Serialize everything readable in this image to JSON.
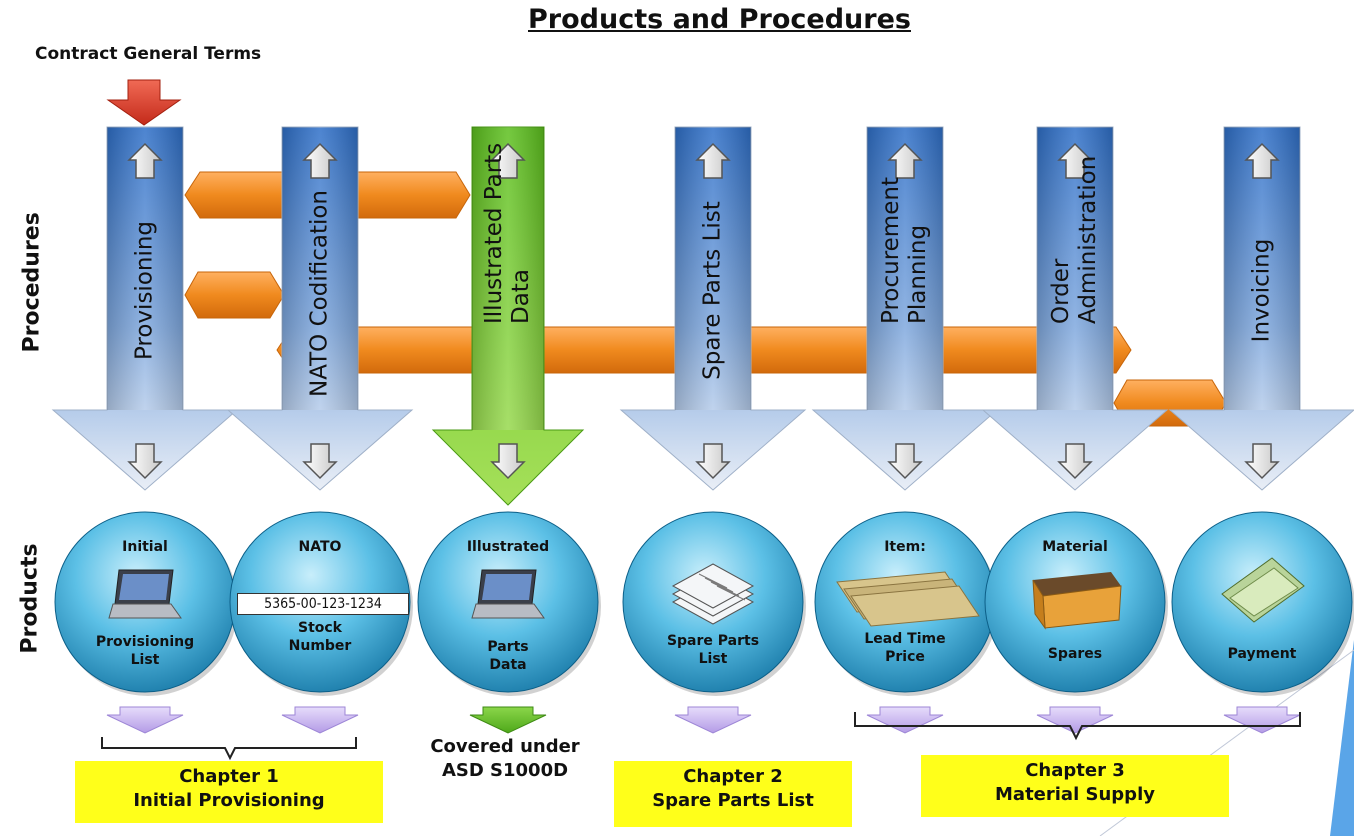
{
  "title": "Products and Procedures",
  "contract_label": "Contract General Terms",
  "axis_labels": {
    "procedures": "Procedures",
    "products": "Products"
  },
  "procedures": [
    {
      "id": "provisioning",
      "lines": [
        "Provisioning"
      ],
      "color": "blue"
    },
    {
      "id": "nato-codification",
      "lines": [
        "NATO Codification"
      ],
      "color": "blue"
    },
    {
      "id": "illustrated-parts-data",
      "lines": [
        "Illustrated Parts",
        "Data"
      ],
      "color": "green"
    },
    {
      "id": "spare-parts-list",
      "lines": [
        "Spare Parts List"
      ],
      "color": "blue"
    },
    {
      "id": "procurement-planning",
      "lines": [
        "Procurement",
        "Planning"
      ],
      "color": "blue"
    },
    {
      "id": "order-administration",
      "lines": [
        "Order",
        "Administration"
      ],
      "color": "blue"
    },
    {
      "id": "invoicing",
      "lines": [
        "Invoicing"
      ],
      "color": "blue"
    }
  ],
  "products": [
    {
      "id": "provisioning-list",
      "top": "Initial",
      "bottom": [
        "Provisioning",
        "List"
      ],
      "icon": "laptop-icon"
    },
    {
      "id": "nato-stock-number",
      "top": "NATO",
      "bottom": [
        "Stock",
        "Number"
      ],
      "icon": "stock-number-box",
      "stock_number": "5365-00-123-1234"
    },
    {
      "id": "illustrated-parts-data",
      "top": "Illustrated",
      "bottom": [
        "Parts",
        "Data"
      ],
      "icon": "laptop-icon"
    },
    {
      "id": "spare-parts-list",
      "top": "",
      "bottom": [
        "Spare Parts",
        "List"
      ],
      "icon": "papers-icon"
    },
    {
      "id": "item-lead-time-price",
      "top": "Item:",
      "bottom": [
        "Lead Time",
        "Price"
      ],
      "icon": "documents-icon"
    },
    {
      "id": "material-spares",
      "top": "Material",
      "bottom": [
        "Spares"
      ],
      "icon": "box-icon"
    },
    {
      "id": "payment",
      "top": "",
      "bottom": [
        "Payment"
      ],
      "icon": "money-icon"
    }
  ],
  "chapters": [
    {
      "lines": [
        "Chapter 1",
        "Initial Provisioning"
      ]
    },
    {
      "lines": [
        "Chapter 2",
        "Spare Parts List"
      ]
    },
    {
      "lines": [
        "Chapter 3",
        "Material Supply"
      ]
    }
  ],
  "covered_note": [
    "Covered under",
    "ASD S1000D"
  ],
  "colors": {
    "chapter_fill": "#ffff1a",
    "procedure_blue": "#3f7fd0",
    "procedure_green": "#7ccf2e",
    "connector_orange": "#f08a1e",
    "product_circle": "#1e95c8",
    "bottom_arrow": "#c9b9ee",
    "contract_arrow": "#d93a2a"
  }
}
